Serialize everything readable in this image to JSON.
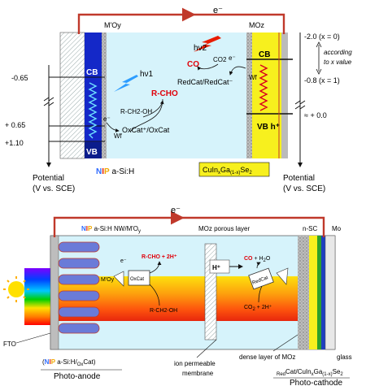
{
  "top": {
    "electron_label": "e⁻",
    "left_oxide_label": "M'Oy",
    "right_oxide_label": "MOz",
    "cb_label": "CB",
    "vb_label": "VB",
    "cb_right_label": "CB",
    "vb_right_label": "VB h⁺",
    "hv1": "hν1",
    "hv2": "hν2",
    "rcho": "R-CHO",
    "rch2oh": "R-CH2-OH",
    "co": "CO",
    "co2": "CO2",
    "ox_cat": "OxCat⁺/OxCat",
    "red_cat": "RedCat/RedCat⁻",
    "wf_left": "Wf",
    "wf_right": "Wf",
    "e_small_left": "e⁻",
    "e_small_right": "e⁻",
    "left_ticks": [
      "-0.65",
      "+ 0.65",
      "+1.10"
    ],
    "right_ticks": [
      "-2.0 (x = 0)",
      "-0.8 (x = 1)",
      "≈ + 0.0"
    ],
    "according_line1": "according",
    "according_line2": "to x value",
    "potential_left_line1": "Potential",
    "potential_left_line2": "(V vs. SCE)",
    "potential_right_line1": "Potential",
    "potential_right_line2": "(V vs. SCE)",
    "nip_left": "NIP a-Si:H",
    "cigs_label": "CuInxGa(1-x)Se2"
  },
  "bottom": {
    "electron_label": "e⁻",
    "nw_label": "NIP a-Si:H NW/M'Oy",
    "mo_porous": "MOz porous layer",
    "nsc": "n-SC",
    "mo": "Mo",
    "moy_small": "M'Oy",
    "e_small": "e⁻",
    "rcho_eq": "R-CHO + 2H⁺",
    "ox_cat_box": "OxCat",
    "rch2oh": "R-CH2-OH",
    "h_plus": "H⁺",
    "co_eq": "CO + H2O",
    "red_cat_box": "RedCat",
    "co2_eq": "CO2 + 2H⁺",
    "fto": "FTO",
    "anode_cat": "(NIP a-Si:H/OxCat)",
    "photo_anode": "Photo-anode",
    "ion_membrane_line1": "ion permeable",
    "ion_membrane_line2": "membrane",
    "dense_layer": "dense layer of MOz",
    "glass": "glass",
    "cathode_cat": "RedCat/CuInxGa(1-x)Se2",
    "photo_cathode": "Photo-cathode"
  },
  "colors": {
    "wire": "#c0392b",
    "cb_blue": "#1428c8",
    "vb_blue": "#0a1c8c",
    "cigs_yellow": "#f7f01e",
    "electrolyte": "#d6f3fb",
    "accent_red": "#e0000a"
  }
}
